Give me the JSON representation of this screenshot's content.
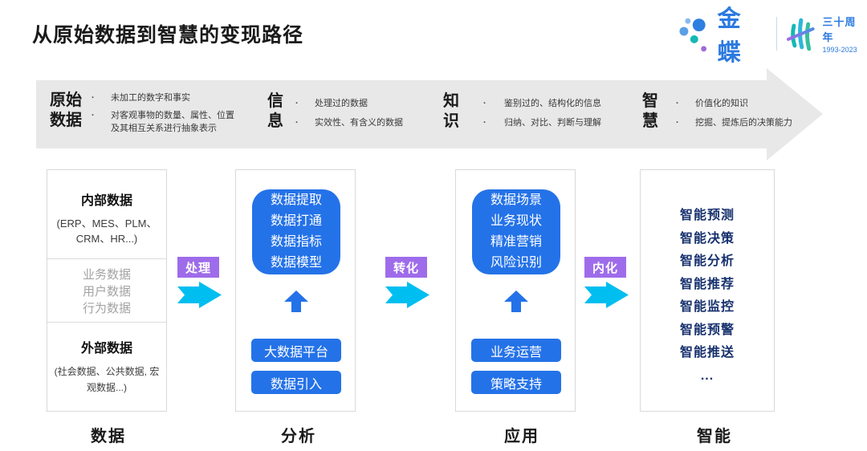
{
  "title": "从原始数据到智慧的变现路径",
  "logo": {
    "brand": "金蝶",
    "anniversary": "三十周年",
    "years": "1993-2023"
  },
  "banner": {
    "stages": [
      {
        "title": "原始数据",
        "points": [
          "未加工的数字和事实",
          "对客观事物的数量、属性、位置及其相互关系进行抽象表示"
        ]
      },
      {
        "title": "信息",
        "points": [
          "处理过的数据",
          "实效性、有含义的数据"
        ]
      },
      {
        "title": "知识",
        "points": [
          "鉴别过的、结构化的信息",
          "归纳、对比、判断与理解"
        ]
      },
      {
        "title": "智慧",
        "points": [
          "价值化的知识",
          "挖掘、提炼后的决策能力"
        ]
      }
    ]
  },
  "flow": {
    "transitions": [
      {
        "label": "处理"
      },
      {
        "label": "转化"
      },
      {
        "label": "内化"
      }
    ],
    "columns": [
      {
        "label": "数据",
        "internal": {
          "title": "内部数据",
          "detail": "(ERP、MES、PLM、CRM、HR...)"
        },
        "middle": [
          "业务数据",
          "用户数据",
          "行为数据"
        ],
        "external": {
          "title": "外部数据",
          "detail": "(社会数据、公共数据, 宏观数据...)"
        }
      },
      {
        "label": "分析",
        "box": [
          "数据提取",
          "数据打通",
          "数据指标",
          "数据模型"
        ],
        "buttons": [
          "大数据平台",
          "数据引入"
        ]
      },
      {
        "label": "应用",
        "box": [
          "数据场景",
          "业务现状",
          "精准营销",
          "风险识别"
        ],
        "buttons": [
          "业务运营",
          "策略支持"
        ]
      },
      {
        "label": "智能",
        "items": [
          "智能预测",
          "智能决策",
          "智能分析",
          "智能推荐",
          "智能监控",
          "智能预警",
          "智能推送",
          "..."
        ]
      }
    ]
  },
  "colors": {
    "primary_blue": "#2472E8",
    "navy_text": "#17316E",
    "badge_purple": "#9E6CEA",
    "arrow_cyan": "#00BEF0",
    "banner_gray": "#E8E8E8",
    "brand_blue": "#2B7AE0"
  }
}
